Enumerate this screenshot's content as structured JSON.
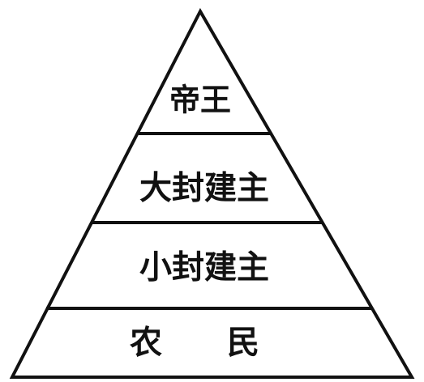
{
  "pyramid": {
    "tiers": [
      {
        "label": "帝王"
      },
      {
        "label": "大封建主"
      },
      {
        "label": "小封建主"
      },
      {
        "label": "农　　民"
      }
    ]
  },
  "colors": {
    "stroke": "#111111",
    "background": "#ffffff"
  }
}
